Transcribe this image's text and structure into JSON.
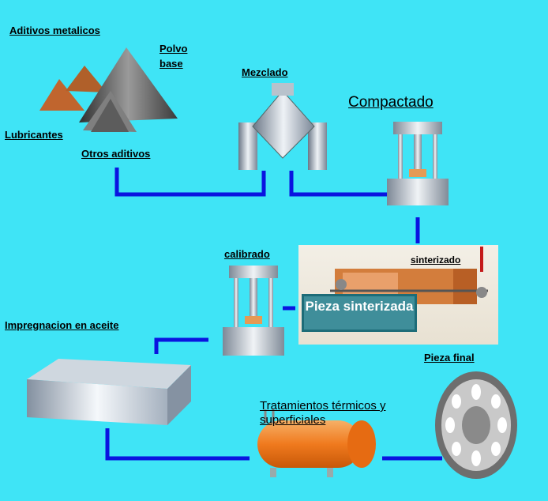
{
  "labels": {
    "aditivos": "Aditivos metalicos",
    "polvo_base": "Polvo\nbase",
    "lubricantes": "Lubricantes",
    "otros": "Otros aditivos",
    "mezclado": "Mezclado",
    "compactado": "Compactado",
    "sinterizado": "sinterizado",
    "pieza_sinterizada": "Pieza sinterizada",
    "calibrado": "calibrado",
    "impregnacion": "Impregnacion en aceite",
    "pieza_final": "Pieza final",
    "tratamientos": "Tratamientos térmicos y superficiales"
  },
  "colors": {
    "background": "#3fe4f6",
    "connector": "#0a14e0",
    "furnace": "#f07a1e"
  }
}
